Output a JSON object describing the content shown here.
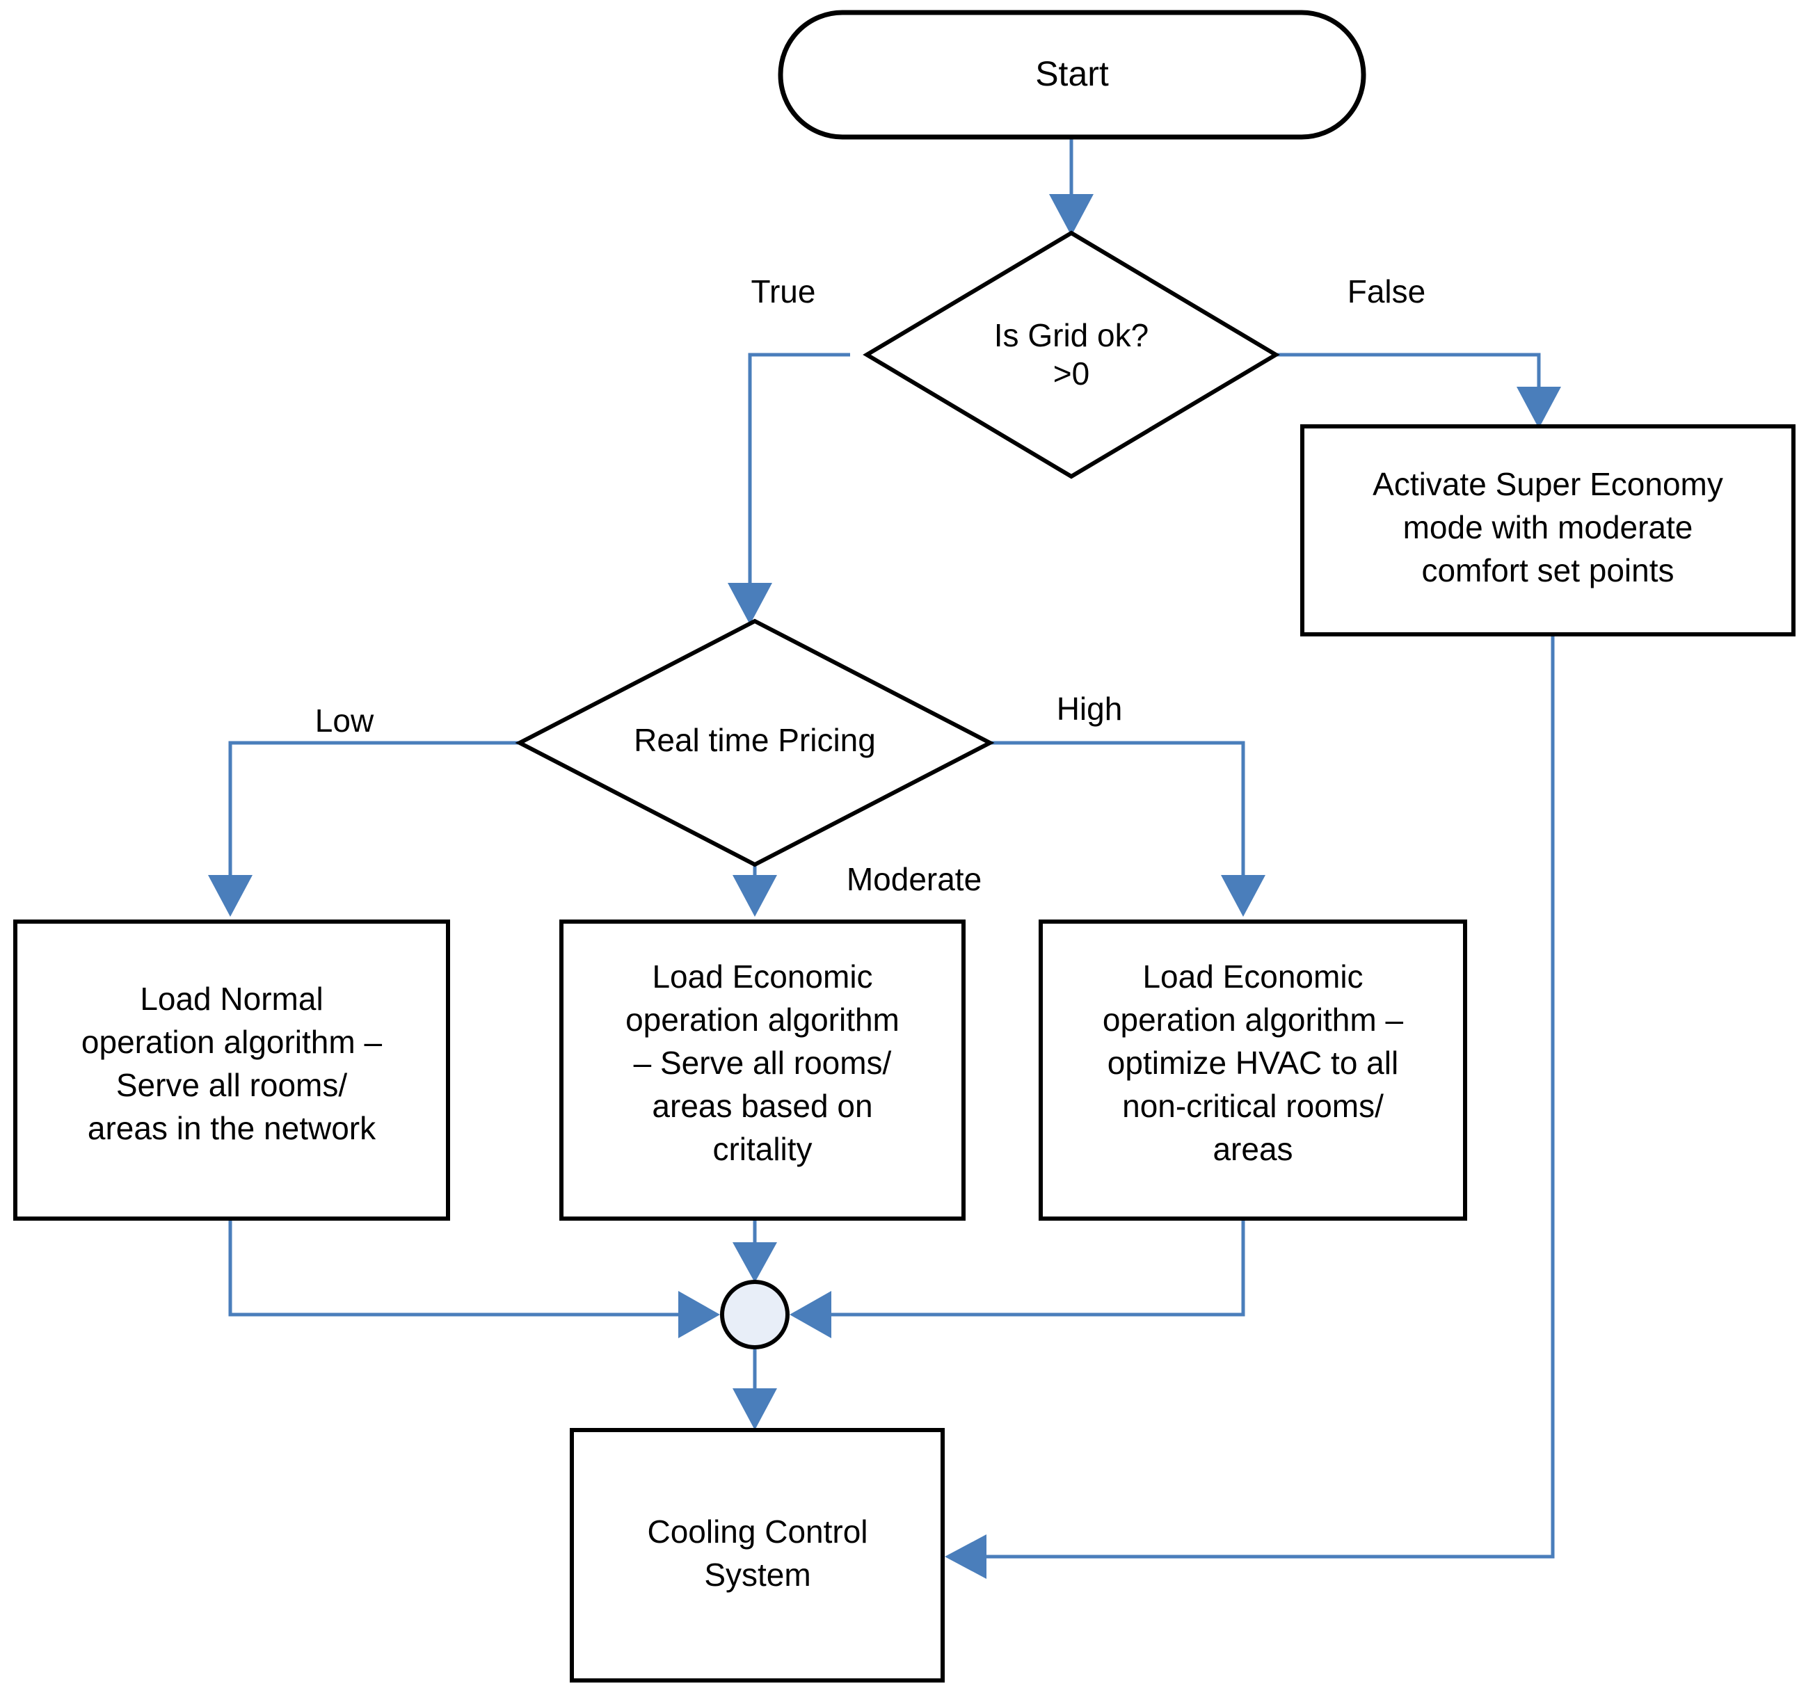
{
  "diagram": {
    "title": "HVAC Cooling Control Decision Flowchart",
    "colors": {
      "connector": "#4a7ebb",
      "node_border": "#000000",
      "node_fill": "#ffffff",
      "merge_fill": "#e8eef8",
      "background": "#ffffff"
    },
    "nodes": {
      "start": {
        "type": "terminator",
        "label": "Start"
      },
      "grid_decision": {
        "type": "decision",
        "line1": "Is Grid ok?",
        "line2": ">0"
      },
      "super_economy": {
        "type": "process",
        "line1": "Activate Super Economy",
        "line2": "mode with moderate",
        "line3": "comfort set points"
      },
      "pricing_decision": {
        "type": "decision",
        "label": "Real time Pricing"
      },
      "normal_op": {
        "type": "process",
        "line1": "Load Normal",
        "line2": "operation algorithm –",
        "line3": "Serve all rooms/",
        "line4": "areas in the network"
      },
      "economic_criticality": {
        "type": "process",
        "line1": "Load Economic",
        "line2": "operation algorithm",
        "line3": "– Serve all rooms/",
        "line4": "areas based on",
        "line5": "critality"
      },
      "economic_hvac": {
        "type": "process",
        "line1": "Load Economic",
        "line2": "operation algorithm –",
        "line3": "optimize  HVAC to all",
        "line4": "non-critical rooms/",
        "line5": "areas"
      },
      "merge": {
        "type": "merge-junction",
        "label": ""
      },
      "cooling_control": {
        "type": "process",
        "line1": "Cooling Control",
        "line2": "System"
      }
    },
    "edge_labels": {
      "grid_true": "True",
      "grid_false": "False",
      "pricing_low": "Low",
      "pricing_moderate": "Moderate",
      "pricing_high": "High"
    }
  }
}
